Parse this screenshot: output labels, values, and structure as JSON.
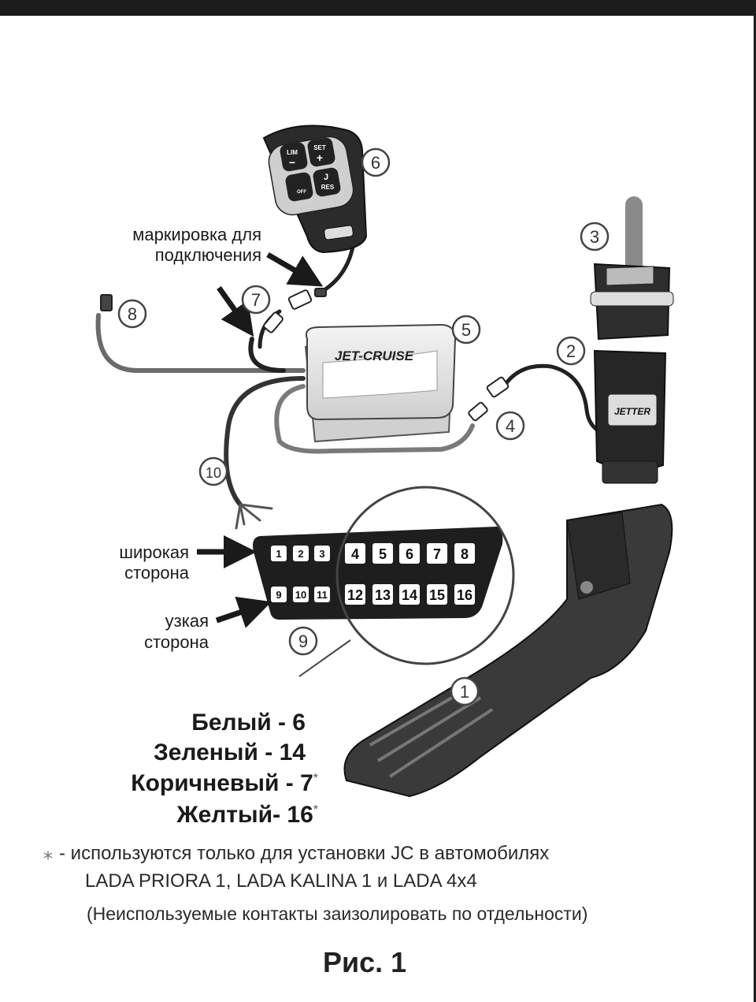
{
  "labels": {
    "marking": [
      "маркировка для",
      "подключения"
    ],
    "wide_side": [
      "широкая",
      "сторона"
    ],
    "narrow_side": [
      "узкая",
      "сторона"
    ]
  },
  "callouts": [
    "1",
    "2",
    "3",
    "4",
    "5",
    "6",
    "7",
    "8",
    "9",
    "10"
  ],
  "remote_buttons": {
    "lim": "LIM",
    "minus": "−",
    "set": "SET",
    "plus": "+",
    "j": "J",
    "res": "RES",
    "off": "OFF"
  },
  "brands": {
    "module": "JET-CRUISE",
    "sensor": "JETTER"
  },
  "obd_pins": {
    "top_row": [
      "1",
      "2",
      "3",
      "4",
      "5",
      "6",
      "7",
      "8"
    ],
    "bottom_row": [
      "9",
      "10",
      "11",
      "12",
      "13",
      "14",
      "15",
      "16"
    ]
  },
  "wiring": [
    {
      "text": "Белый - 6",
      "star": ""
    },
    {
      "text": "Зеленый - 14",
      "star": ""
    },
    {
      "text": "Коричневый - 7",
      "star": "*"
    },
    {
      "text": "Желтый- 16",
      "star": "*"
    }
  ],
  "footnote": {
    "symbol": "⁎",
    "line1": "- используются только для установки JC в автомобилях",
    "line2": "LADA  PRIORA 1, LADA KALINA 1 и LADA 4x4",
    "line3": "(Неиспользуемые контакты заизолировать по отдельности)"
  },
  "caption": "Рис. 1",
  "colors": {
    "ink": "#1a1a1a",
    "wire": "#6a6a6a",
    "module": "#e8e8e8",
    "pedal": "#3a3a3a"
  }
}
